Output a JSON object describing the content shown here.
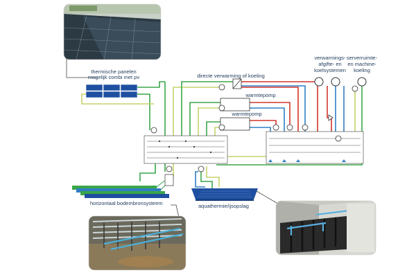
{
  "labels": {
    "thermal_panels": [
      "thermische panelen",
      "mogelijk combi met pv"
    ],
    "direct_heating": "directe verwarming of koeling",
    "heatpump_1": "warmtepomp",
    "heatpump_2": "warmtepomp",
    "heating_systems": [
      "verwarmings-",
      "afgifte- en",
      "koelsystemen"
    ],
    "server_cooling": [
      "serverruimte-",
      "en machine-",
      "koeling"
    ],
    "horizontal_ground": "horizontaal bodembronsysteem",
    "aquathermie": "aquathermie/ijsopslag"
  },
  "colors": {
    "cold_pipe": "#2f7fc4",
    "hot_pipe": "#d0352b",
    "source_pipe": "#3aa64a",
    "mid_pipe": "#c5d36a",
    "panel_blue": "#1f4fa0",
    "label_text": "#1f3a5a",
    "outline": "#555555"
  },
  "photos": {
    "top_left": "solar-roof-photo",
    "bottom_left": "ground-collector-photo",
    "bottom_right": "ice-storage-tank-photo"
  }
}
